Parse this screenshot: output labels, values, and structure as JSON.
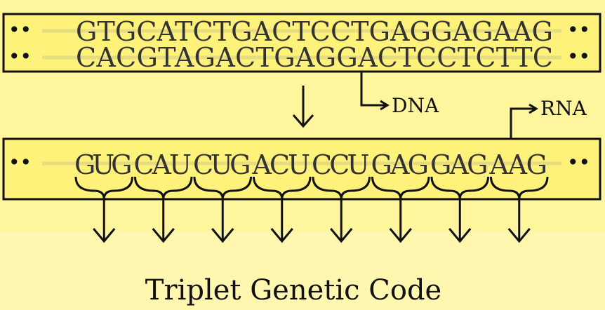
{
  "dna": {
    "top_strand": "GTGCATCTGACTCCTGAGGAGAAG",
    "bottom_strand": "CACGTAGACTGAGGACTCCTCTTC",
    "label": "DNA"
  },
  "rna": {
    "label": "RNA",
    "codons": [
      {
        "text": "GUG",
        "color": "#2a2f7a"
      },
      {
        "text": "CAU",
        "color": "#2e9a2a"
      },
      {
        "text": "CUG",
        "color": "#a0322a"
      },
      {
        "text": "ACU",
        "color": "#9a2a7a"
      },
      {
        "text": "CCU",
        "color": "#a8a020"
      },
      {
        "text": "GAG",
        "color": "#2a9a6a"
      },
      {
        "text": "GAG",
        "color": "#2a9a80"
      },
      {
        "text": "AAG",
        "color": "#8a7a30"
      }
    ]
  },
  "ellipsis": "••",
  "title": "Triplet Genetic Code",
  "colors": {
    "background": "#fff59d",
    "box_fill": "#fff27a",
    "stroke": "#111111"
  }
}
